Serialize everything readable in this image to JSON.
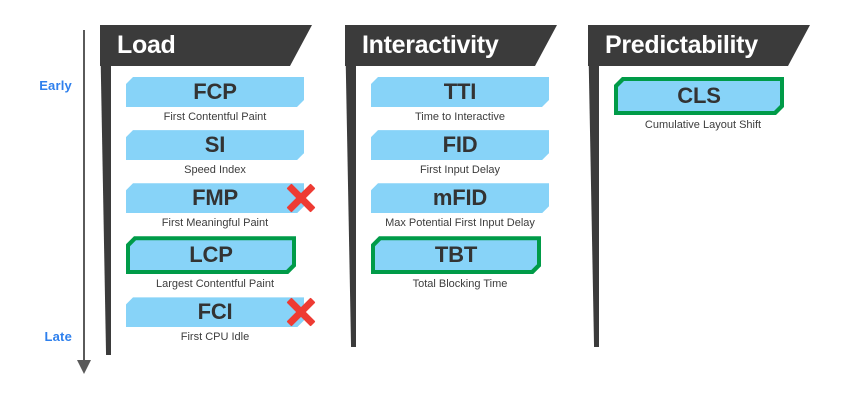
{
  "axis": {
    "early_label": "Early",
    "late_label": "Late",
    "color": "#2F80ED",
    "direction_icon": "arrow-down-icon"
  },
  "theme": {
    "banner_bg": "#3B3B3B",
    "pill_bg": "#87D3F8",
    "core_vital_border": "#009B48",
    "deprecated_mark": "#EE3B33",
    "text": "#333333",
    "background": "#FFFFFF"
  },
  "columns": [
    {
      "id": "load",
      "title": "Load",
      "metrics": [
        {
          "abbr": "FCP",
          "caption": "First Contentful Paint",
          "core_vital": false,
          "deprecated": false
        },
        {
          "abbr": "SI",
          "caption": "Speed Index",
          "core_vital": false,
          "deprecated": false
        },
        {
          "abbr": "FMP",
          "caption": "First Meaningful Paint",
          "core_vital": false,
          "deprecated": true
        },
        {
          "abbr": "LCP",
          "caption": "Largest Contentful Paint",
          "core_vital": true,
          "deprecated": false
        },
        {
          "abbr": "FCI",
          "caption": "First CPU Idle",
          "core_vital": false,
          "deprecated": true
        }
      ]
    },
    {
      "id": "interactivity",
      "title": "Interactivity",
      "metrics": [
        {
          "abbr": "TTI",
          "caption": "Time to Interactive",
          "core_vital": false,
          "deprecated": false
        },
        {
          "abbr": "FID",
          "caption": "First Input Delay",
          "core_vital": false,
          "deprecated": false
        },
        {
          "abbr": "mFID",
          "caption": "Max Potential First Input Delay",
          "core_vital": false,
          "deprecated": false
        },
        {
          "abbr": "TBT",
          "caption": "Total Blocking Time",
          "core_vital": true,
          "deprecated": false
        }
      ]
    },
    {
      "id": "predictability",
      "title": "Predictability",
      "metrics": [
        {
          "abbr": "CLS",
          "caption": "Cumulative Layout Shift",
          "core_vital": true,
          "deprecated": false
        }
      ]
    }
  ]
}
